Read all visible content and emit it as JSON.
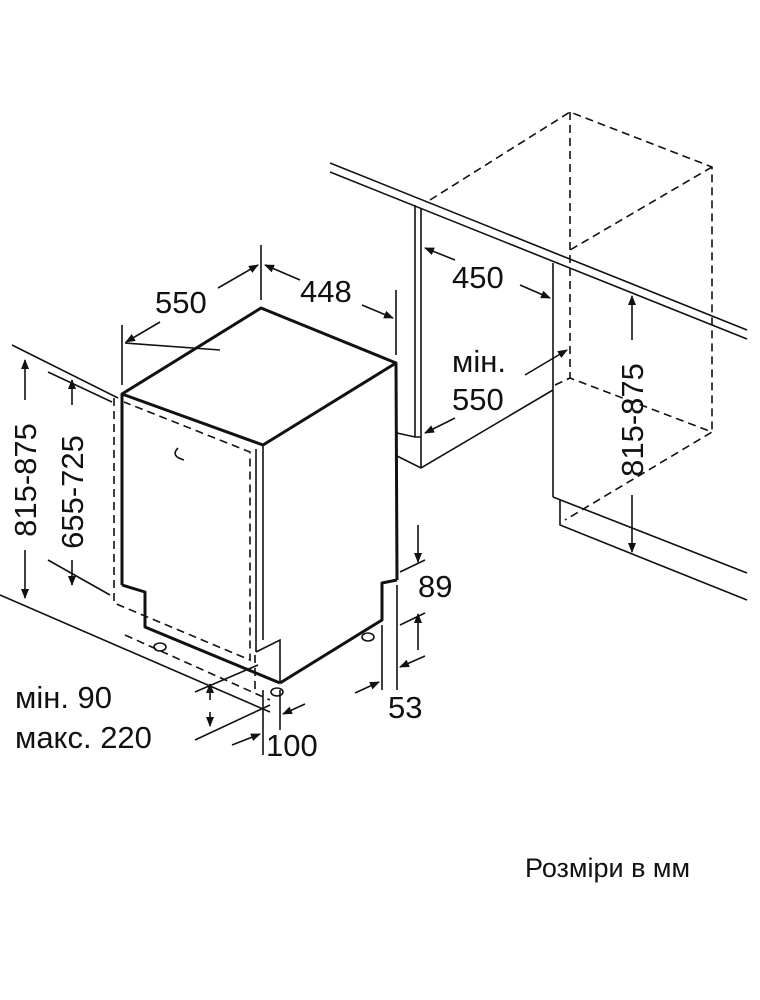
{
  "dimensions": {
    "depth": "550",
    "width": "448",
    "niche_width": "450",
    "niche_depth_label": "мін.",
    "niche_depth": "550",
    "height_total": "815-875",
    "height_door": "655-725",
    "niche_height": "815-875",
    "plinth_top": "89",
    "plinth_bottom": "53",
    "plinth_min": "мін. 90",
    "plinth_max": "макс. 220",
    "foot_offset": "100"
  },
  "caption": "Розміри в мм"
}
